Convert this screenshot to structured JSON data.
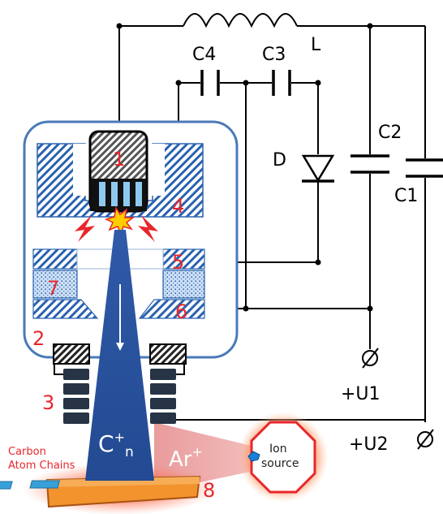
{
  "components": {
    "inductor": "L",
    "cap_c1": "C1",
    "cap_c2": "C2",
    "cap_c3": "C3",
    "cap_c4": "C4",
    "diode": "D"
  },
  "terminals": {
    "u1": "+U1",
    "u2": "+U2"
  },
  "parts": {
    "p1": "1",
    "p2": "2",
    "p3": "3",
    "p4": "4",
    "p5": "5",
    "p6": "6",
    "p7": "7",
    "p8": "8"
  },
  "beam": {
    "carbon_main": "C",
    "carbon_sup": "+",
    "carbon_sub": "n",
    "argon": "Ar",
    "argon_sup": "+"
  },
  "ion_source": {
    "line1": "Ion",
    "line2": "source"
  },
  "carbon_chains": {
    "line1": "Carbon",
    "line2": "Atom Chains"
  },
  "colors": {
    "number_red": "#e8262b",
    "beam_blue": "#2e55a3",
    "chamber_stroke": "#4a7ab8",
    "hatch_blue": "#2a63b0",
    "argon_beam": "#e89a9a",
    "ion_glow": "#f0623c",
    "wire": "#000000"
  }
}
